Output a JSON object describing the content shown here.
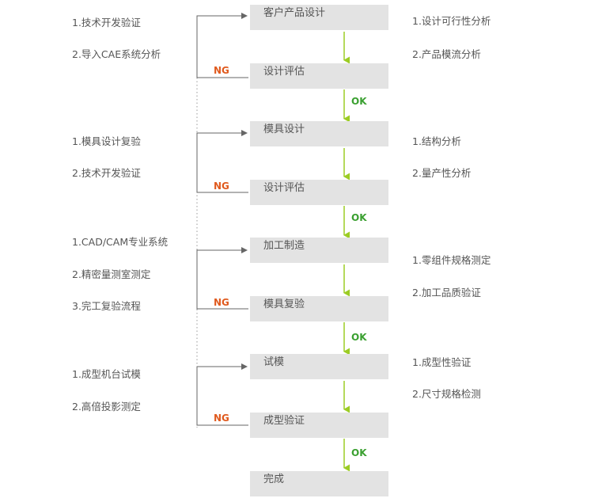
{
  "colors": {
    "box_fill": "#e3e3e3",
    "ng": "#e05a1e",
    "ok": "#3aa030",
    "down_arrow": "#9ccc24",
    "loop_line": "#666666"
  },
  "steps": [
    "客户产品设计",
    "设计评估",
    "模具设计",
    "设计评估",
    "加工制造",
    "模具复验",
    "试模",
    "成型验证",
    "完成"
  ],
  "ng_label": "NG",
  "ok_label": "OK",
  "left_notes": [
    [
      "1.技术开发验证",
      "2.导入CAE系统分析"
    ],
    [
      "1.模具设计复验",
      "2.技术开发验证"
    ],
    [
      "1.CAD/CAM专业系统",
      "2.精密量测室测定",
      "3.完工复验流程"
    ],
    [
      "1.成型机台试模",
      "2.高倍投影测定"
    ]
  ],
  "right_notes": [
    [
      "1.设计可行性分析",
      "2.产品模流分析"
    ],
    [
      "1.结构分析",
      "2.量产性分析"
    ],
    [
      "1.零组件规格测定",
      "2.加工品质验证"
    ],
    [
      "1.成型性验证",
      "2.尺寸规格检测"
    ]
  ]
}
